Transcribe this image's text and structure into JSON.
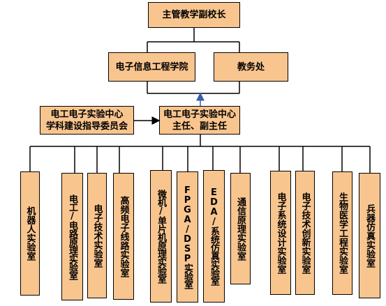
{
  "nodes": {
    "vp": {
      "label": "主管教学副校长"
    },
    "college": {
      "label": "电子信息工程学院"
    },
    "academic": {
      "label": "教务处"
    },
    "committee": {
      "line1": "电工电子实验中心",
      "line2": "学科建设指导委员会"
    },
    "center": {
      "line1": "电工电子实验中心",
      "line2": "主任、副主任"
    },
    "labs": [
      {
        "label": "机器人实验室"
      },
      {
        "label": "电工/电路原理实验室"
      },
      {
        "label": "电子技术实验室"
      },
      {
        "label": "高频电子线路实验室"
      },
      {
        "label": "微机/单片机原理实验室"
      },
      {
        "label": "FPGA/DSP实验室"
      },
      {
        "label": "EDA/系统仿真实验室"
      },
      {
        "label": "通信原理实验室"
      },
      {
        "label": "电子系统设计实验室"
      },
      {
        "label": "电子技术创新实验室"
      },
      {
        "label": "生物医学工程实验室"
      },
      {
        "label": "兵器仿真实验室"
      }
    ]
  },
  "colors": {
    "box_fill": "#f9c58f",
    "border": "#000000",
    "arrow": "#3a5fa8"
  }
}
